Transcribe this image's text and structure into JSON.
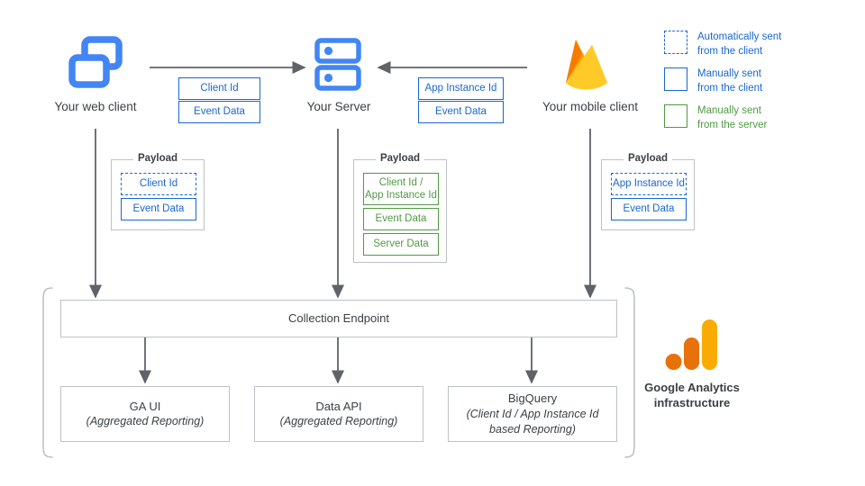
{
  "diagram": {
    "title": "Google Analytics data collection flow",
    "colors": {
      "blue": "#1967d2",
      "green": "#4f9a41",
      "icon_blue": "#4285f4",
      "gray_line": "#5f6368",
      "box_border": "#bdc1c6",
      "firebase_orange": "#ffa000",
      "firebase_amber": "#ffca28",
      "ga_orange_dark": "#e8710a",
      "ga_orange_light": "#f9ab00"
    }
  },
  "nodes": {
    "web_client": {
      "label": "Your web client",
      "icon": "web-client-icon"
    },
    "server": {
      "label": "Your Server",
      "icon": "server-icon"
    },
    "mobile_client": {
      "label": "Your mobile client",
      "icon": "firebase-flame-icon"
    }
  },
  "transfers": {
    "web_to_server": {
      "direction": "right",
      "chips": [
        {
          "label": "Client Id",
          "style": "blue-solid"
        },
        {
          "label": "Event Data",
          "style": "blue-solid"
        }
      ]
    },
    "mobile_to_server": {
      "direction": "left",
      "chips": [
        {
          "label": "App Instance Id",
          "style": "blue-solid"
        },
        {
          "label": "Event Data",
          "style": "blue-solid"
        }
      ]
    }
  },
  "payloads": [
    {
      "title": "Payload",
      "source": "web-client",
      "chips": [
        {
          "label": "Client Id",
          "style": "blue-dashed"
        },
        {
          "label": "Event Data",
          "style": "blue-solid"
        }
      ]
    },
    {
      "title": "Payload",
      "source": "server",
      "chips": [
        {
          "label": "Client Id /\nApp Instance Id",
          "style": "green-solid"
        },
        {
          "label": "Event Data",
          "style": "green-solid"
        },
        {
          "label": "Server Data",
          "style": "green-solid"
        }
      ]
    },
    {
      "title": "Payload",
      "source": "mobile-client",
      "chips": [
        {
          "label": "App Instance Id",
          "style": "blue-dashed"
        },
        {
          "label": "Event Data",
          "style": "blue-solid"
        }
      ]
    }
  ],
  "infrastructure": {
    "collection_endpoint": {
      "label": "Collection Endpoint"
    },
    "outputs": [
      {
        "title": "GA UI",
        "subtitle": "(Aggregated Reporting)"
      },
      {
        "title": "Data API",
        "subtitle": "(Aggregated Reporting)"
      },
      {
        "title": "BigQuery",
        "subtitle": "(Client Id / App Instance Id\nbased Reporting)"
      }
    ],
    "caption_line1": "Google Analytics",
    "caption_line2": "infrastructure",
    "logo": "google-analytics-logo"
  },
  "legend": {
    "items": [
      {
        "swatch": "blue-dashed",
        "line1": "Automatically sent",
        "line2": "from the client",
        "color_class": "blue"
      },
      {
        "swatch": "blue-solid",
        "line1": "Manually sent",
        "line2": "from the client",
        "color_class": "blue"
      },
      {
        "swatch": "green-solid",
        "line1": "Manually sent",
        "line2": "from the server",
        "color_class": "green"
      }
    ]
  }
}
